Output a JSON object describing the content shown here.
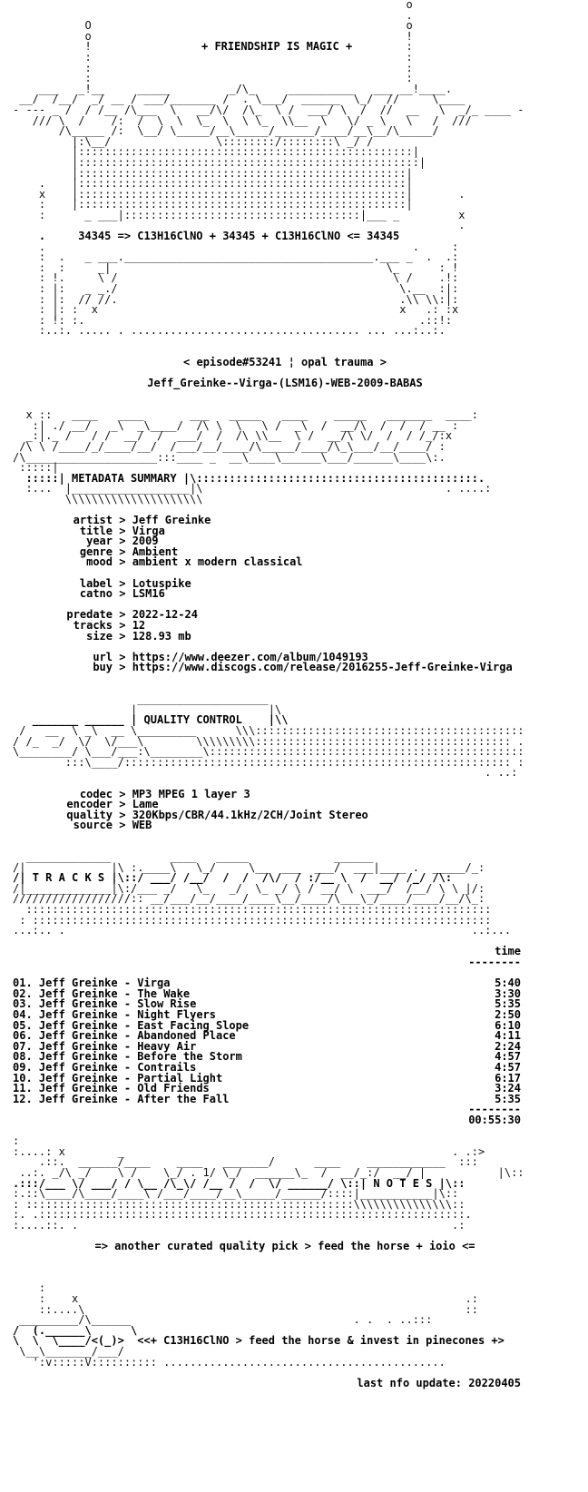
{
  "header": {
    "slogan": "+ FRIENDSHIP IS MAGIC +",
    "formula_line": "34345 => C13H16ClNO + 34345 + C13H16ClNO <= 34345"
  },
  "episode": "< episode#53241 ¦ opal trauma >",
  "release_name": "Jeff_Greinke--Virga-(LSM16)-WEB-2009-BABAS",
  "metadata": {
    "section_label": "METADATA SUMMARY",
    "fields": [
      {
        "key": "artist",
        "value": "Jeff Greinke"
      },
      {
        "key": "title",
        "value": "Virga"
      },
      {
        "key": "year",
        "value": "2009"
      },
      {
        "key": "genre",
        "value": "Ambient"
      },
      {
        "key": "mood",
        "value": "ambient x modern classical"
      },
      {
        "key": "",
        "value": ""
      },
      {
        "key": "label",
        "value": "Lotuspike"
      },
      {
        "key": "catno",
        "value": "LSM16"
      },
      {
        "key": "",
        "value": ""
      },
      {
        "key": "predate",
        "value": "2022-12-24"
      },
      {
        "key": "tracks",
        "value": "12"
      },
      {
        "key": "size",
        "value": "128.93 mb"
      },
      {
        "key": "",
        "value": ""
      },
      {
        "key": "url",
        "value": "https://www.deezer.com/album/1049193"
      },
      {
        "key": "buy",
        "value": "https://www.discogs.com/release/2016255-Jeff-Greinke-Virga"
      }
    ]
  },
  "quality": {
    "section_label": "QUALITY CONTROL",
    "fields": [
      {
        "key": "codec",
        "value": "MP3 MPEG 1 layer 3"
      },
      {
        "key": "encoder",
        "value": "Lame"
      },
      {
        "key": "quality",
        "value": "320Kbps/CBR/44.1kHz/2CH/Joint Stereo"
      },
      {
        "key": "source",
        "value": "WEB"
      }
    ]
  },
  "tracklist": {
    "section_label": "T R A C K S",
    "time_header": "time",
    "divider": "--------",
    "tracks": [
      {
        "num": "01.",
        "title": "Jeff Greinke - Virga",
        "time": "5:40"
      },
      {
        "num": "02.",
        "title": "Jeff Greinke - The Wake",
        "time": "3:30"
      },
      {
        "num": "03.",
        "title": "Jeff Greinke - Slow Rise",
        "time": "5:35"
      },
      {
        "num": "04.",
        "title": "Jeff Greinke - Night Flyers",
        "time": "2:50"
      },
      {
        "num": "05.",
        "title": "Jeff Greinke - East Facing Slope",
        "time": "6:10"
      },
      {
        "num": "06.",
        "title": "Jeff Greinke - Abandoned Place",
        "time": "4:11"
      },
      {
        "num": "07.",
        "title": "Jeff Greinke - Heavy Air",
        "time": "2:24"
      },
      {
        "num": "08.",
        "title": "Jeff Greinke - Before the Storm",
        "time": "4:57"
      },
      {
        "num": "09.",
        "title": "Jeff Greinke - Contrails",
        "time": "4:57"
      },
      {
        "num": "10.",
        "title": "Jeff Greinke - Partial Light",
        "time": "6:17"
      },
      {
        "num": "11.",
        "title": "Jeff Greinke - Old Friends",
        "time": "3:24"
      },
      {
        "num": "12.",
        "title": "Jeff Greinke - After the Fall",
        "time": "5:35"
      }
    ],
    "total": "00:55:30"
  },
  "notes": {
    "section_label": "N O T E S",
    "message": "=> another curated quality pick > feed the horse + ioio <="
  },
  "footer": {
    "tagline": "<<+ C13H16ClNO > feed the horse & invest in pinecones +>",
    "last_update": "last nfo update: 20220405"
  }
}
